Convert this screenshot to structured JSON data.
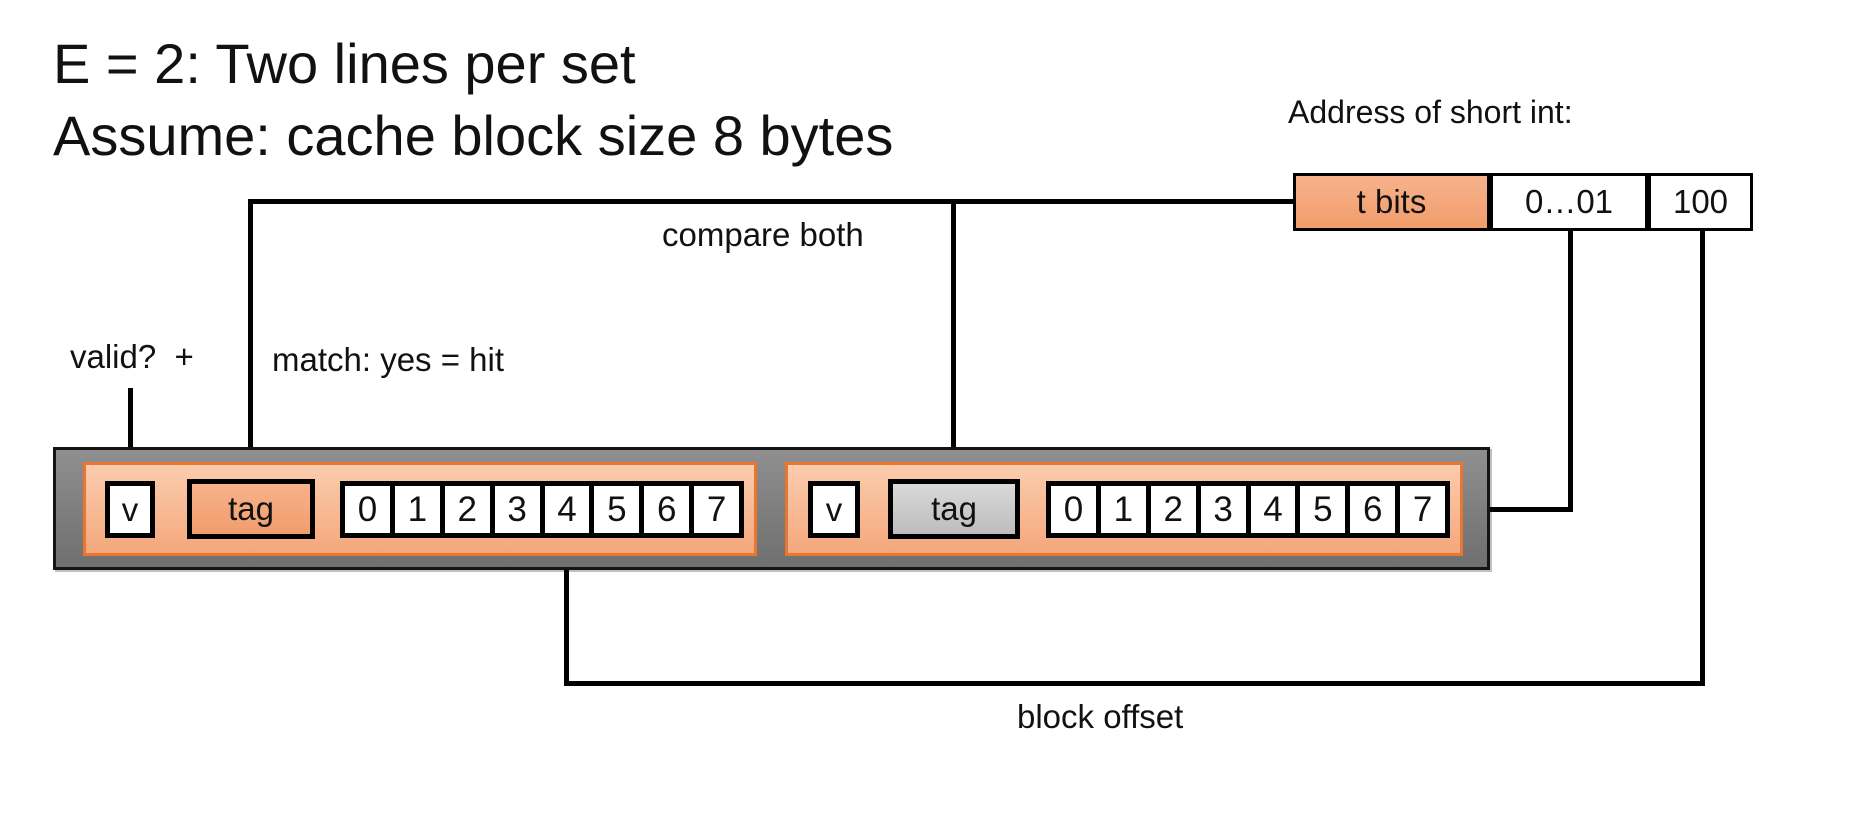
{
  "title": {
    "line1": "E = 2: Two lines per set",
    "line2": "Assume: cache block size 8 bytes"
  },
  "address": {
    "label": "Address of short int:",
    "fields": [
      {
        "name": "tag-bits",
        "text": "t bits"
      },
      {
        "name": "set-index-bits",
        "text": "0…01"
      },
      {
        "name": "block-offset-bits",
        "text": "100"
      }
    ]
  },
  "annotations": {
    "compare_both": "compare both",
    "valid_plus": "valid?  +",
    "match": "match: yes = hit",
    "block_offset": "block offset"
  },
  "cache_set": {
    "lines": [
      {
        "valid": "v",
        "tag": "tag",
        "tag_fill": "salmon",
        "bytes": [
          "0",
          "1",
          "2",
          "3",
          "4",
          "5",
          "6",
          "7"
        ]
      },
      {
        "valid": "v",
        "tag": "tag",
        "tag_fill": "gray",
        "bytes": [
          "0",
          "1",
          "2",
          "3",
          "4",
          "5",
          "6",
          "7"
        ]
      }
    ]
  },
  "colors": {
    "accent_orange_border": "#E8762E",
    "salmon_light_top": "#FBCDAE",
    "salmon_light_bottom": "#F4A77C",
    "salmon_mid_top": "#F7B28C",
    "salmon_mid_bottom": "#F19D6B",
    "gray_container_top": "#8F8F8F",
    "gray_container_bottom": "#6F6F6F",
    "gray_tag_top": "#D9D9D9",
    "gray_tag_bottom": "#BDBDBD",
    "wire_black": "#000000",
    "text_black": "#111111"
  }
}
